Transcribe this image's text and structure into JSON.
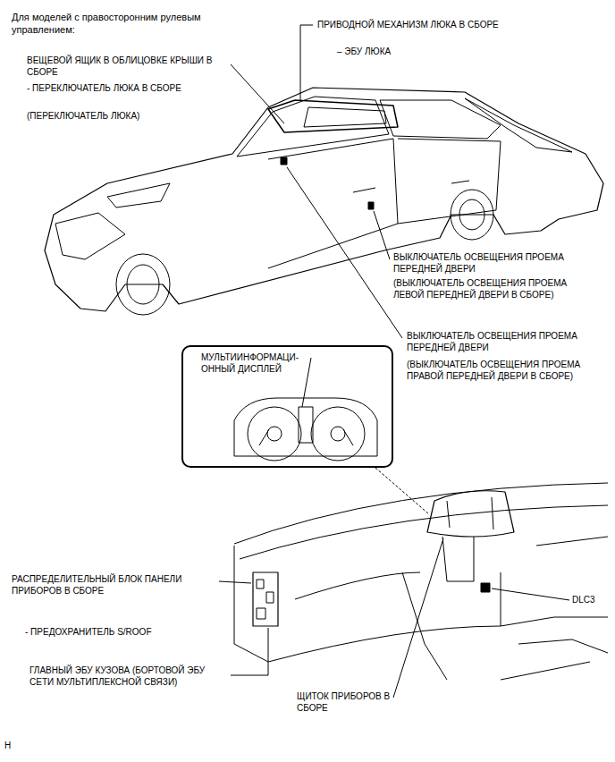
{
  "diagram": {
    "title": "Для моделей с правосторонним рулевым управлением:",
    "nodes": [
      {
        "text": [
          "МУЛЬТИИНФОРМАЦИ- ОННЫЙ ДИСПЛЕЙ"
        ]
      }
    ],
    "labels": [
      "ПРИВОДНОЙ МЕХАНИЗМ ЛЮКА В СБОРЕ",
      "– ЭБУ ЛЮКА",
      "ВЕЩЕВОЙ ЯЩИК В ОБЛИЦОВКЕ КРЫШИ В СБОРЕ",
      "- ПЕРЕКЛЮЧАТЕЛЬ ЛЮКА В СБОРЕ",
      "(ПЕРЕКЛЮЧАТЕЛЬ ЛЮКА)",
      "ВЫКЛЮЧАТЕЛЬ ОСВЕЩЕНИЯ ПРОЕМА ПЕРЕДНЕЙ ДВЕРИ",
      "(ВЫКЛЮЧАТЕЛЬ ОСВЕЩЕНИЯ ПРОЕМА ЛЕВОЙ ПЕРЕДНЕЙ ДВЕРИ В СБОРЕ)",
      "ВЫКЛЮЧАТЕЛЬ ОСВЕЩЕНИЯ ПРОЕМА ПЕРЕДНЕЙ ДВЕРИ",
      "(ВЫКЛЮЧАТЕЛЬ ОСВЕЩЕНИЯ ПРОЕМА ПРАВОЙ ПЕРЕДНЕЙ ДВЕРИ В СБОРЕ)",
      "РАСПРЕДЕЛИТЕЛЬНЫЙ БЛОК ПАНЕЛИ ПРИБОРОВ В СБОРЕ",
      "- ПРЕДОХРАНИТЕЛЬ S/ROOF",
      "ГЛАВНЫЙ ЭБУ КУЗОВА (БОРТОВОЙ ЭБУ СЕТИ МУЛЬТИПЛЕКСНОЙ СВЯЗИ)",
      "DLC3",
      "ЩИТОК ПРИБОРОВ В СБОРЕ",
      "H"
    ]
  }
}
